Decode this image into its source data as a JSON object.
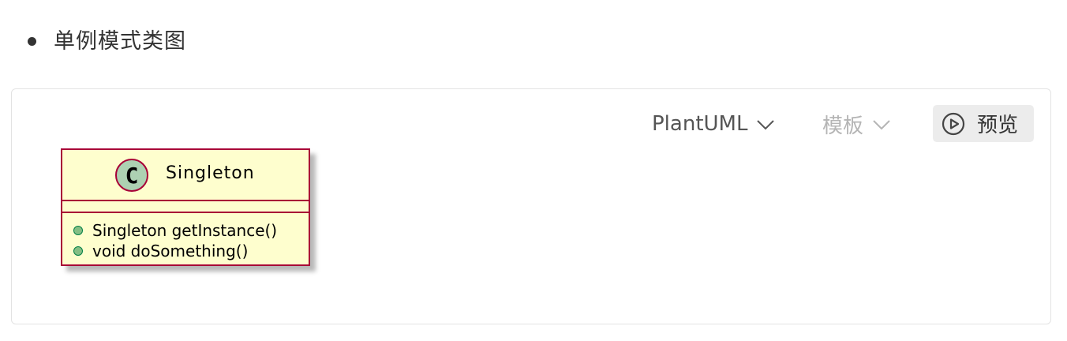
{
  "list_item": {
    "text": "单例模式类图"
  },
  "code_block": {
    "language_label": "PlantUML",
    "template_label": "模板",
    "preview_label": "预览",
    "colors": {
      "class_fill": "#fefece",
      "class_border": "#a80036",
      "badge_fill": "#add1b2",
      "method_dot": "#84be84"
    }
  },
  "uml": {
    "badge": "C",
    "class_name": "Singleton",
    "methods": [
      "Singleton getInstance()",
      "void doSomething()"
    ]
  }
}
